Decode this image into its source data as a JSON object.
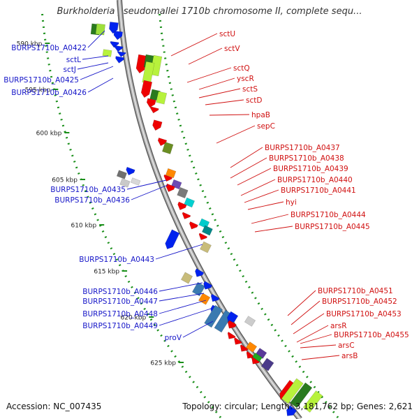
{
  "title": "Burkholderia pseudomallei 1710b chromosome II, complete sequ...",
  "footer": {
    "accession": "Accession: NC_007435",
    "stats": "Topology: circular; Length: 3,181,762 bp; Genes: 2,621"
  },
  "colors": {
    "left_labels": "#1515c8",
    "right_labels": "#d01010",
    "tick_marks": "#1a8f1a",
    "backbone": "#9a9a9a"
  },
  "ticks": [
    {
      "label": "590 kbp"
    },
    {
      "label": "595 kbp"
    },
    {
      "label": "600 kbp"
    },
    {
      "label": "605 kbp"
    },
    {
      "label": "610 kbp"
    },
    {
      "label": "615 kbp"
    },
    {
      "label": "620 kbp"
    },
    {
      "label": "625 kbp"
    }
  ],
  "left_labels": [
    {
      "text": "BURPS1710b_A0422"
    },
    {
      "text": "sctL"
    },
    {
      "text": "sctJ"
    },
    {
      "text": "BURPS1710b_A0425"
    },
    {
      "text": "BURPS1710b_A0426"
    },
    {
      "text": "BURPS1710b_A0435"
    },
    {
      "text": "BURPS1710b_A0436"
    },
    {
      "text": "BURPS1710b_A0443"
    },
    {
      "text": "BURPS1710b_A0446"
    },
    {
      "text": "BURPS1710b_A0447"
    },
    {
      "text": "BURPS1710b_A0448"
    },
    {
      "text": "BURPS1710b_A0449"
    },
    {
      "text": "proV"
    }
  ],
  "right_labels": [
    {
      "text": "sctU"
    },
    {
      "text": "sctV"
    },
    {
      "text": "sctQ"
    },
    {
      "text": "yscR"
    },
    {
      "text": "sctS"
    },
    {
      "text": "sctD"
    },
    {
      "text": "hpaB"
    },
    {
      "text": "sepC"
    },
    {
      "text": "BURPS1710b_A0437"
    },
    {
      "text": "BURPS1710b_A0438"
    },
    {
      "text": "BURPS1710b_A0439"
    },
    {
      "text": "BURPS1710b_A0440"
    },
    {
      "text": "BURPS1710b_A0441"
    },
    {
      "text": "hyi"
    },
    {
      "text": "BURPS1710b_A0444"
    },
    {
      "text": "BURPS1710b_A0445"
    },
    {
      "text": "BURPS1710b_A0451"
    },
    {
      "text": "BURPS1710b_A0452"
    },
    {
      "text": "BURPS1710b_A0453"
    },
    {
      "text": "arsR"
    },
    {
      "text": "BURPS1710b_A0455"
    },
    {
      "text": "arsC"
    },
    {
      "text": "arsB"
    }
  ]
}
